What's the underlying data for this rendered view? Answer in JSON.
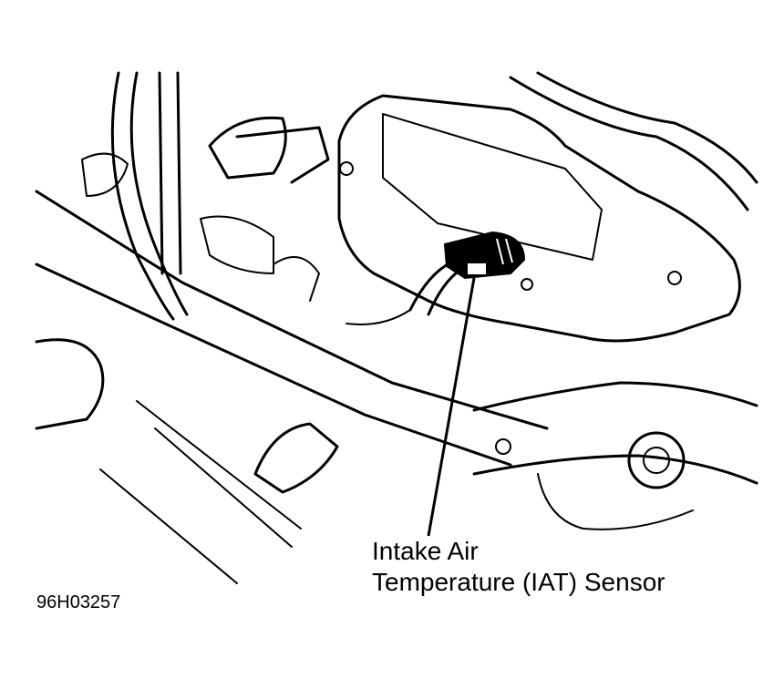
{
  "callout": {
    "line1": "Intake Air",
    "line2": "Temperature (IAT) Sensor"
  },
  "figure_id": "96H03257",
  "colors": {
    "ink": "#000000",
    "paper": "#ffffff"
  }
}
